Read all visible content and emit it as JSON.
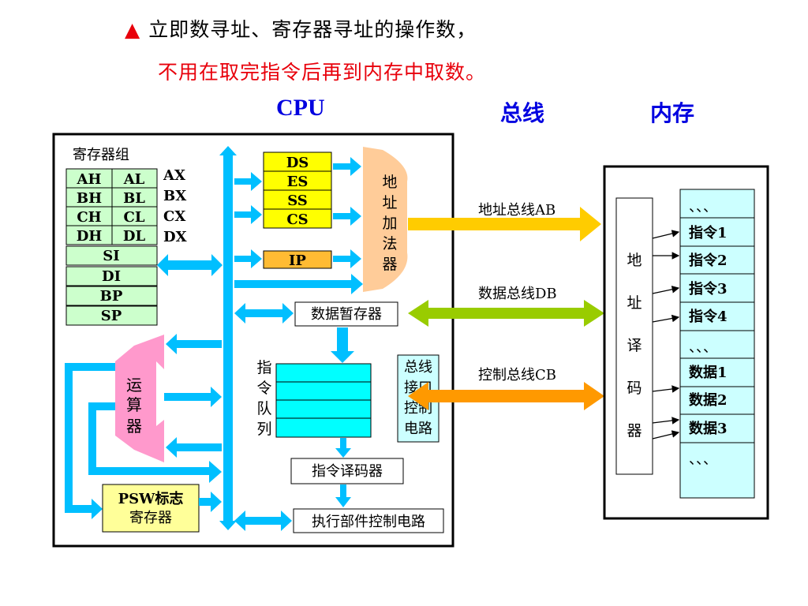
{
  "title_line1": "立即数寻址、寄存器寻址的操作数，",
  "title_line2": "不用在取完指令后再到内存中取数。",
  "title_marker": "▲",
  "headers": {
    "cpu": "CPU",
    "bus": "总线",
    "memory": "内存"
  },
  "registers": {
    "group_label": "寄存器组",
    "pairs": [
      [
        "AH",
        "AL",
        "AX"
      ],
      [
        "BH",
        "BL",
        "BX"
      ],
      [
        "CH",
        "CL",
        "CX"
      ],
      [
        "DH",
        "DL",
        "DX"
      ]
    ],
    "single": [
      "SI",
      "DI",
      "BP",
      "SP"
    ]
  },
  "segment_registers": [
    "DS",
    "ES",
    "SS",
    "CS"
  ],
  "ip": "IP",
  "address_adder": [
    "地",
    "址",
    "加",
    "法",
    "器"
  ],
  "data_temp_register": "数据暂存器",
  "alu": [
    "运",
    "算",
    "器"
  ],
  "instruction_queue": [
    "指",
    "令",
    "队",
    "列"
  ],
  "bus_interface": [
    "总线",
    "接口",
    "控制",
    "电路"
  ],
  "instruction_decoder": "指令译码器",
  "psw": [
    "PSW标志",
    "寄存器"
  ],
  "exec_control": "执行部件控制电路",
  "buses": {
    "address": "地址总线AB",
    "data": "数据总线DB",
    "control": "控制总线CB"
  },
  "address_decoder": [
    "地",
    "址",
    "译",
    "码",
    "器"
  ],
  "memory_cells": [
    "、、、",
    "指令1",
    "指令2",
    "指令3",
    "指令4",
    "、、、",
    "数据1",
    "数据2",
    "数据3",
    "、、、"
  ],
  "colors": {
    "bus_blue": "#00bfff",
    "yellow": "#ffff00",
    "orange_reg": "#ffbb33",
    "green_reg": "#ccffcc",
    "peach": "#ffcc99",
    "pink": "#ff99cc",
    "cyan": "#00ffff",
    "light_cyan": "#ccffff",
    "light_yellow": "#ffff99",
    "addr_bus": "#ffcc00",
    "data_bus": "#99cc00",
    "ctrl_bus": "#ff9900",
    "title_red": "#e8000b",
    "header_blue": "#0000e0"
  }
}
